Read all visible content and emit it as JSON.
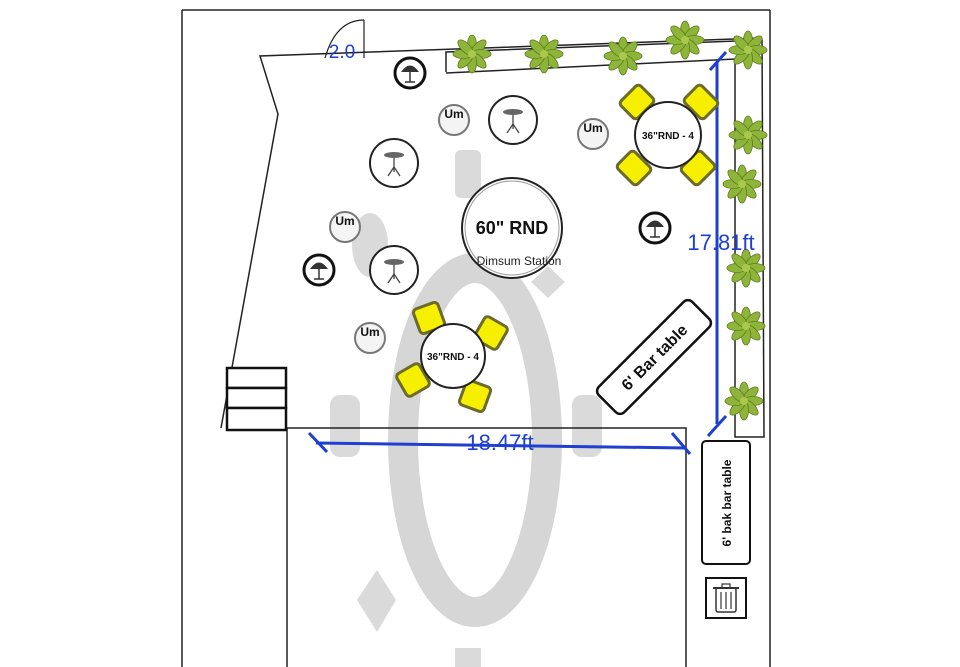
{
  "door_label": "2.0",
  "tables": {
    "main_round": {
      "size_label": "60\" RND",
      "purpose_label": "Dimsum Station"
    },
    "round_top_right": {
      "label": "36\"RND - 4"
    },
    "round_center": {
      "label": "36\"RND - 4"
    }
  },
  "umbrella_label": "Um",
  "bar_table_label": "6' Bar table",
  "back_bar_table_label": "6' bak bar table",
  "dimensions": {
    "vertical": "17.81ft",
    "horizontal": "18.47ft"
  },
  "colors": {
    "dimension_line": "#1e3fd0",
    "chair_fill": "#f6f000",
    "chair_outline": "#6b6b2a",
    "plant": "#8fb43a",
    "watermark": "#cfcfcf"
  },
  "icons": [
    "door-swing-icon",
    "umbrella-icon",
    "chair-icon",
    "plant-icon",
    "trash-can-icon",
    "steps-icon"
  ]
}
